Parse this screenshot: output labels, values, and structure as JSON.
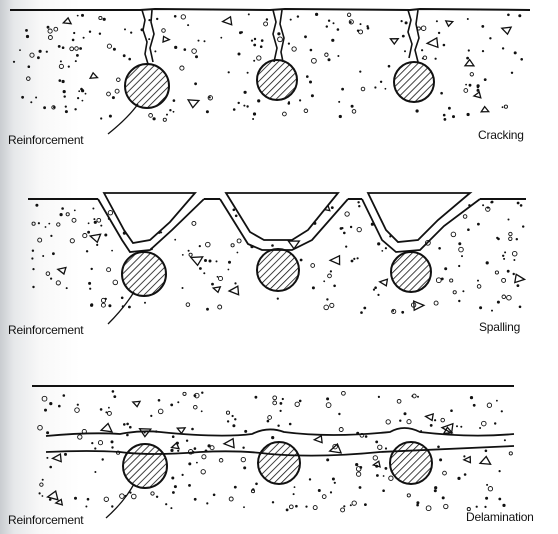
{
  "panels": [
    {
      "id": "cracking",
      "caption": "Cracking",
      "reinforcement_label": "Reinforcement"
    },
    {
      "id": "spalling",
      "caption": "Spalling",
      "reinforcement_label": "Reinforcement"
    },
    {
      "id": "delamination",
      "caption": "Delamination",
      "reinforcement_label": "Reinforcement"
    }
  ],
  "colors": {
    "ink": "#111111",
    "background": "#ffffff",
    "scan_edge": "#c9ccd0"
  }
}
